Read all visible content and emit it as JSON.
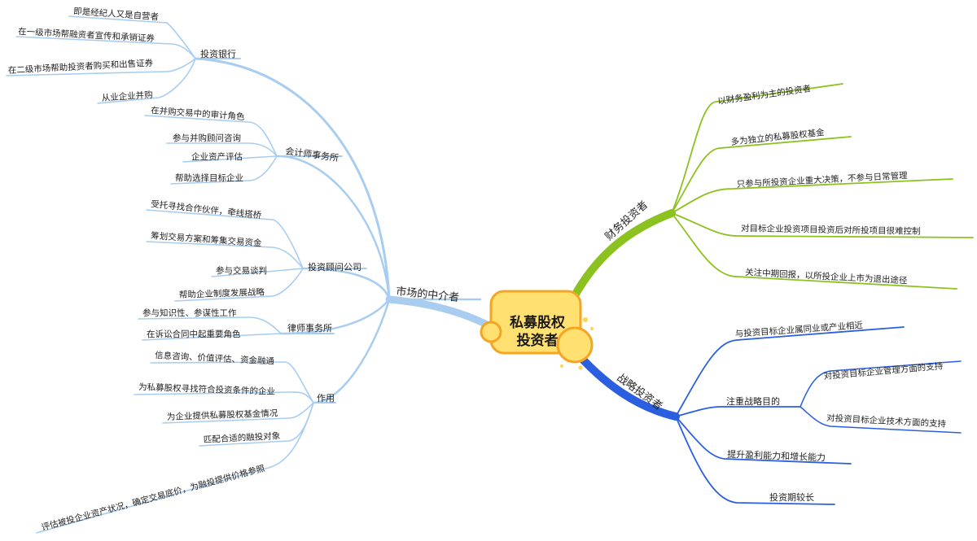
{
  "center": {
    "line1": "私募股权",
    "line2": "投资者"
  },
  "colors": {
    "left_branch": "#a8cdf0",
    "financial_branch": "#8cc21f",
    "strategic_branch": "#2b5fe0",
    "center_fill": "#ffe070",
    "center_stroke": "#f4a623",
    "text": "#222222"
  },
  "left": {
    "title": "市场的中介者",
    "groups": {
      "ib": {
        "title": "投资银行",
        "items": [
          "即是经纪人又是自营者",
          "在一级市场帮融资者宣传和承销证券",
          "在二级市场帮助投资者购买和出售证券",
          "从业企业并购"
        ]
      },
      "acc": {
        "title": "会计师事务所",
        "items": [
          "在并购交易中的审计角色",
          "参与并购顾问咨询",
          "企业资产评估",
          "帮助选择目标企业"
        ]
      },
      "adv": {
        "title": "投资顾问公司",
        "items": [
          "受托寻找合作伙伴，牵线搭桥",
          "筹划交易方案和筹集交易资金",
          "参与交易谈判",
          "帮助企业制度发展战略"
        ]
      },
      "law": {
        "title": "律师事务所",
        "items": [
          "参与知识性、参谋性工作",
          "在诉讼合同中起重要角色"
        ]
      },
      "role": {
        "title": "作用",
        "items": [
          "信息咨询、价值评估、资金融通",
          "为私募股权寻找符合投资条件的企业",
          "为企业提供私募股权基金情况",
          "匹配合适的融投对象",
          "评估被投企业资产状况，确定交易底价，为融投提供价格参照"
        ]
      }
    }
  },
  "financial": {
    "title": "财务投资者",
    "items": [
      "以财务盈利为主的投资者",
      "多为独立的私募股权基金",
      "只参与所投资企业重大决策，不参与日常管理",
      "对目标企业投资项目投资后对所投项目很难控制",
      "关注中期回报，以所投企业上市为退出途径"
    ]
  },
  "strategic": {
    "title": "战略投资者",
    "items": [
      "与投资目标企业属同业或产业相近",
      "注重战略目的",
      "提升盈利能力和增长能力",
      "投资期较长"
    ],
    "sub_items": [
      "对投资目标企业管理方面的支持",
      "对投资目标企业技术方面的支持"
    ]
  }
}
